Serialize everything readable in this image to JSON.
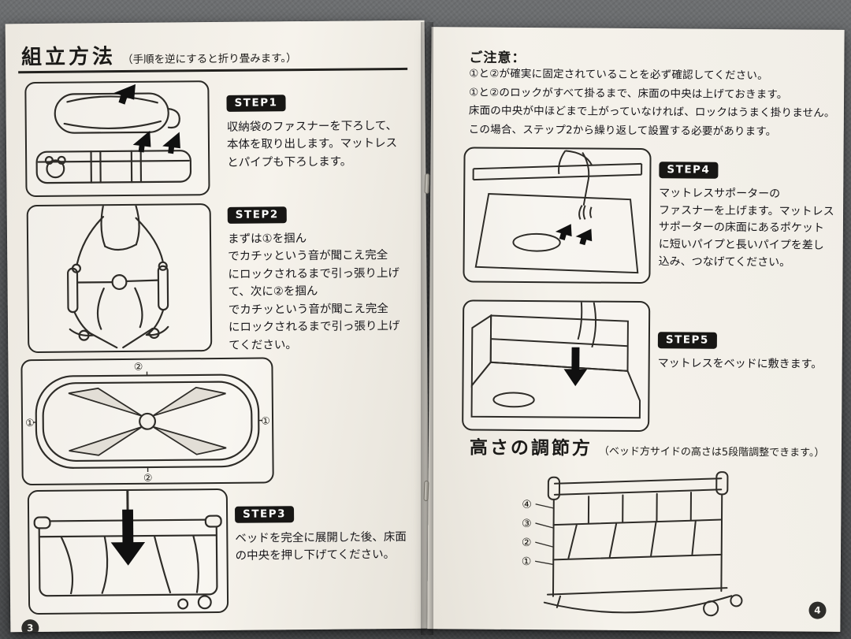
{
  "left_page": {
    "title": "組立方法",
    "title_note": "（手順を逆にすると折り畳みます。）",
    "steps": [
      {
        "label": "STEP1",
        "text": "収納袋のファスナーを下ろして、\n本体を取り出します。マットレス\nとパイプも下ろします。"
      },
      {
        "label": "STEP2",
        "text": "まずは①を掴ん\nでカチッという音が聞こえ完全\nにロックされるまで引っ張り上げ\nて、次に②を掴ん\nでカチッという音が聞こえ完全\nにロックされるまで引っ張り上げ\nてください。"
      },
      {
        "label": "STEP3",
        "text": "ベッドを完全に展開した後、床面\nの中央を押し下げてください。"
      }
    ],
    "top_view_callouts": {
      "top": "②",
      "bottom": "②",
      "left": "①",
      "right": "①"
    },
    "page_number": "3"
  },
  "right_page": {
    "notice_title": "ご注意：",
    "notice_text": "①と②が確実に固定されていることを必ず確認してください。\n①と②のロックがすべて掛るまで、床面の中央は上げておきます。\n床面の中央が中ほどまで上がっていなければ、ロックはうまく掛りません。\nこの場合、ステップ2から繰り返して設置する必要があります。",
    "step4": {
      "label": "STEP4",
      "text": "マットレスサポーターの\nファスナーを上げます。マットレス\nサポーターの床面にあるポケット\nに短いパイプと長いパイプを差し\n込み、つなげてください。"
    },
    "step5": {
      "label": "STEP5",
      "text": "マットレスをベッドに敷きます。"
    },
    "height_title": "高さの調節方",
    "height_note": "（ベッド方サイドの高さは5段階調整できます。）",
    "height_callouts": {
      "c4": "④",
      "c3": "③",
      "c2": "②",
      "c1": "①"
    },
    "page_number": "4"
  }
}
